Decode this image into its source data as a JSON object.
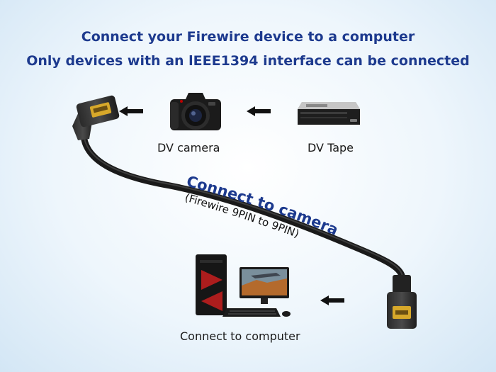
{
  "headline": {
    "line1": "Connect your Firewire device to a computer",
    "line2": "Only devices with an lEEE1394 interface can be connected"
  },
  "devices": {
    "camera_label": "DV camera",
    "tape_label": "DV Tape",
    "computer_label": "Connect to computer"
  },
  "cable": {
    "title": "Connect to camera",
    "subtitle": "(Firewire 9PIN to 9PIN)"
  },
  "icons": {
    "arrows": "arrow-left-icon",
    "camera": "dslr-camera-icon",
    "tape": "dv-tape-drive-icon",
    "computer": "desktop-computer-icon",
    "plug": "firewire-plug-icon"
  },
  "colors": {
    "headline": "#1d3a8e",
    "cable": "#1a1a1a",
    "background": "#eaf3fb"
  }
}
